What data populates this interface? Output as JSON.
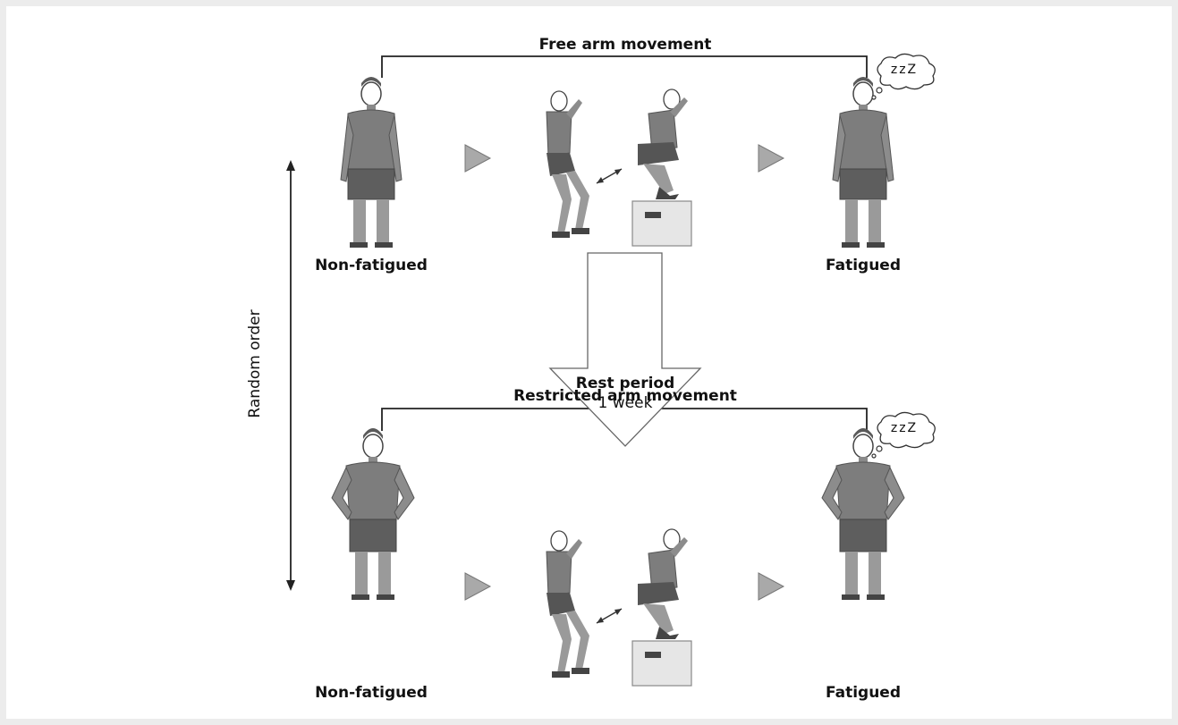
{
  "top": {
    "condition_label": "Free arm movement",
    "start_label": "Non-fatigued",
    "end_label": "Fatigued",
    "sleep_text": "zzZ"
  },
  "bottom": {
    "condition_label": "Restricted arm movement",
    "start_label": "Non-fatigued",
    "end_label": "Fatigued",
    "sleep_text": "zzZ"
  },
  "rest": {
    "title": "Rest period",
    "duration": "1 week"
  },
  "side_label": "Random order",
  "colors": {
    "line": "#222222",
    "figure": "#7d7d7d",
    "figure_dark": "#555555",
    "triangle": "#a9a9a9",
    "box": "#e6e6e6"
  }
}
